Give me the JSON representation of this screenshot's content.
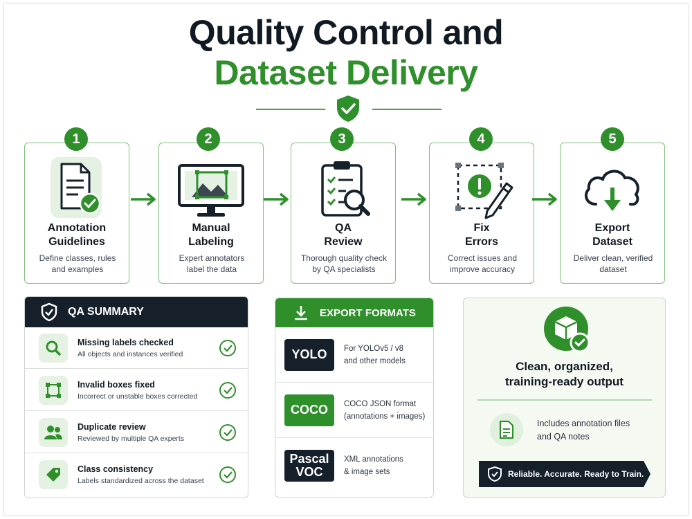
{
  "title": {
    "line1": "Quality Control and",
    "line2": "Dataset Delivery"
  },
  "colors": {
    "accent": "#2f8f2b",
    "dark": "#16202a",
    "light_green": "#e5f2e3"
  },
  "steps": [
    {
      "number": "1",
      "title": "Annotation\nGuidelines",
      "description": "Define classes, rules\nand examples",
      "icon": "document-check-icon"
    },
    {
      "number": "2",
      "title": "Manual\nLabeling",
      "description": "Expert annotators\nlabel the data",
      "icon": "monitor-bounding-box-icon"
    },
    {
      "number": "3",
      "title": "QA\nReview",
      "description": "Thorough quality check\nby QA specialists",
      "icon": "clipboard-magnifier-icon"
    },
    {
      "number": "4",
      "title": "Fix\nErrors",
      "description": "Correct issues and\nimprove accuracy",
      "icon": "error-edit-icon"
    },
    {
      "number": "5",
      "title": "Export\nDataset",
      "description": "Deliver clean, verified\ndataset",
      "icon": "cloud-download-icon"
    }
  ],
  "qa_summary": {
    "heading": "QA SUMMARY",
    "items": [
      {
        "title": "Missing labels checked",
        "subtitle": "All objects and instances verified",
        "icon": "search-icon"
      },
      {
        "title": "Invalid boxes fixed",
        "subtitle": "Incorrect or unstable boxes corrected",
        "icon": "bounding-box-icon"
      },
      {
        "title": "Duplicate review",
        "subtitle": "Reviewed by multiple QA experts",
        "icon": "users-icon"
      },
      {
        "title": "Class consistency",
        "subtitle": "Labels standardized across the dataset",
        "icon": "tag-icon"
      }
    ]
  },
  "export_formats": {
    "heading": "EXPORT FORMATS",
    "items": [
      {
        "badge": "YOLO",
        "description": "For YOLOv5 / v8\nand other models",
        "badge_color": "#16202a"
      },
      {
        "badge": "COCO",
        "description": "COCO JSON format\n(annotations + images)",
        "badge_color": "#2f8f2b"
      },
      {
        "badge": "Pascal\nVOC",
        "description": "XML annotations\n& image sets",
        "badge_color": "#16202a"
      }
    ]
  },
  "output": {
    "title": "Clean, organized,\ntraining-ready output",
    "note": "Includes annotation files\nand QA notes",
    "ribbon": "Reliable. Accurate. Ready to Train."
  }
}
